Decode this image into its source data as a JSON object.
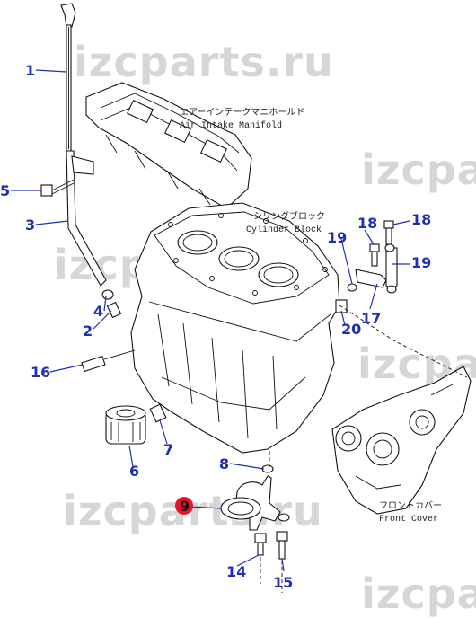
{
  "watermark": "izcparts.ru",
  "labels": {
    "manifold_jp": "エアーインテークマニホールド",
    "manifold_en": "Air Intake Manifold",
    "block_jp": "シリンダブロック",
    "block_en": "Cylinder Block",
    "front_jp": "フロントカバー",
    "front_en": "Front Cover"
  },
  "callouts": {
    "c1": "1",
    "c2": "2",
    "c3": "3",
    "c4": "4",
    "c5": "5",
    "c6": "6",
    "c7": "7",
    "c8": "8",
    "c9": "9",
    "c14": "14",
    "c15": "15",
    "c16": "16",
    "c17": "17",
    "c18a": "18",
    "c18b": "18",
    "c19a": "19",
    "c19b": "19",
    "c20": "20"
  },
  "highlight_color": "#e8142b",
  "callout_color": "#1f2fb5"
}
